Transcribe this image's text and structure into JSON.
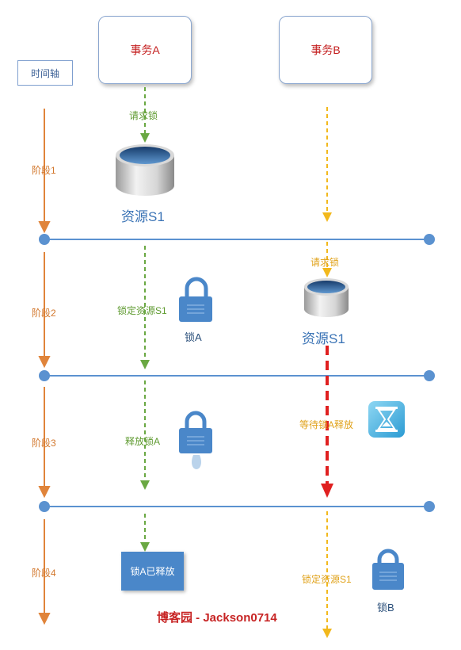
{
  "transactions": {
    "a": "事务A",
    "b": "事务B"
  },
  "timeline": {
    "label": "时间轴"
  },
  "stages": [
    "阶段1",
    "阶段2",
    "阶段3",
    "阶段4"
  ],
  "transaction_a": {
    "request_lock": "请求锁",
    "lock_resource": "锁定资源S1",
    "release_lock": "释放锁A",
    "lock_released": "锁A已释放"
  },
  "transaction_b": {
    "request_lock": "请求锁",
    "wait_lock": "等待锁A释放",
    "lock_resource": "锁定资源S1"
  },
  "resources": {
    "s1_first": "资源S1",
    "s1_second": "资源S1"
  },
  "locks": {
    "a": "锁A",
    "b": "锁B"
  },
  "footer": "博客园 - Jackson0714",
  "colors": {
    "timeline_orange": "#e0843a",
    "divider_blue": "#5b92d0",
    "transaction_a_green": "#6aa843",
    "transaction_b_yellow": "#f2b81c",
    "blocked_red": "#e02020",
    "lock_blue": "#4a87c9"
  }
}
